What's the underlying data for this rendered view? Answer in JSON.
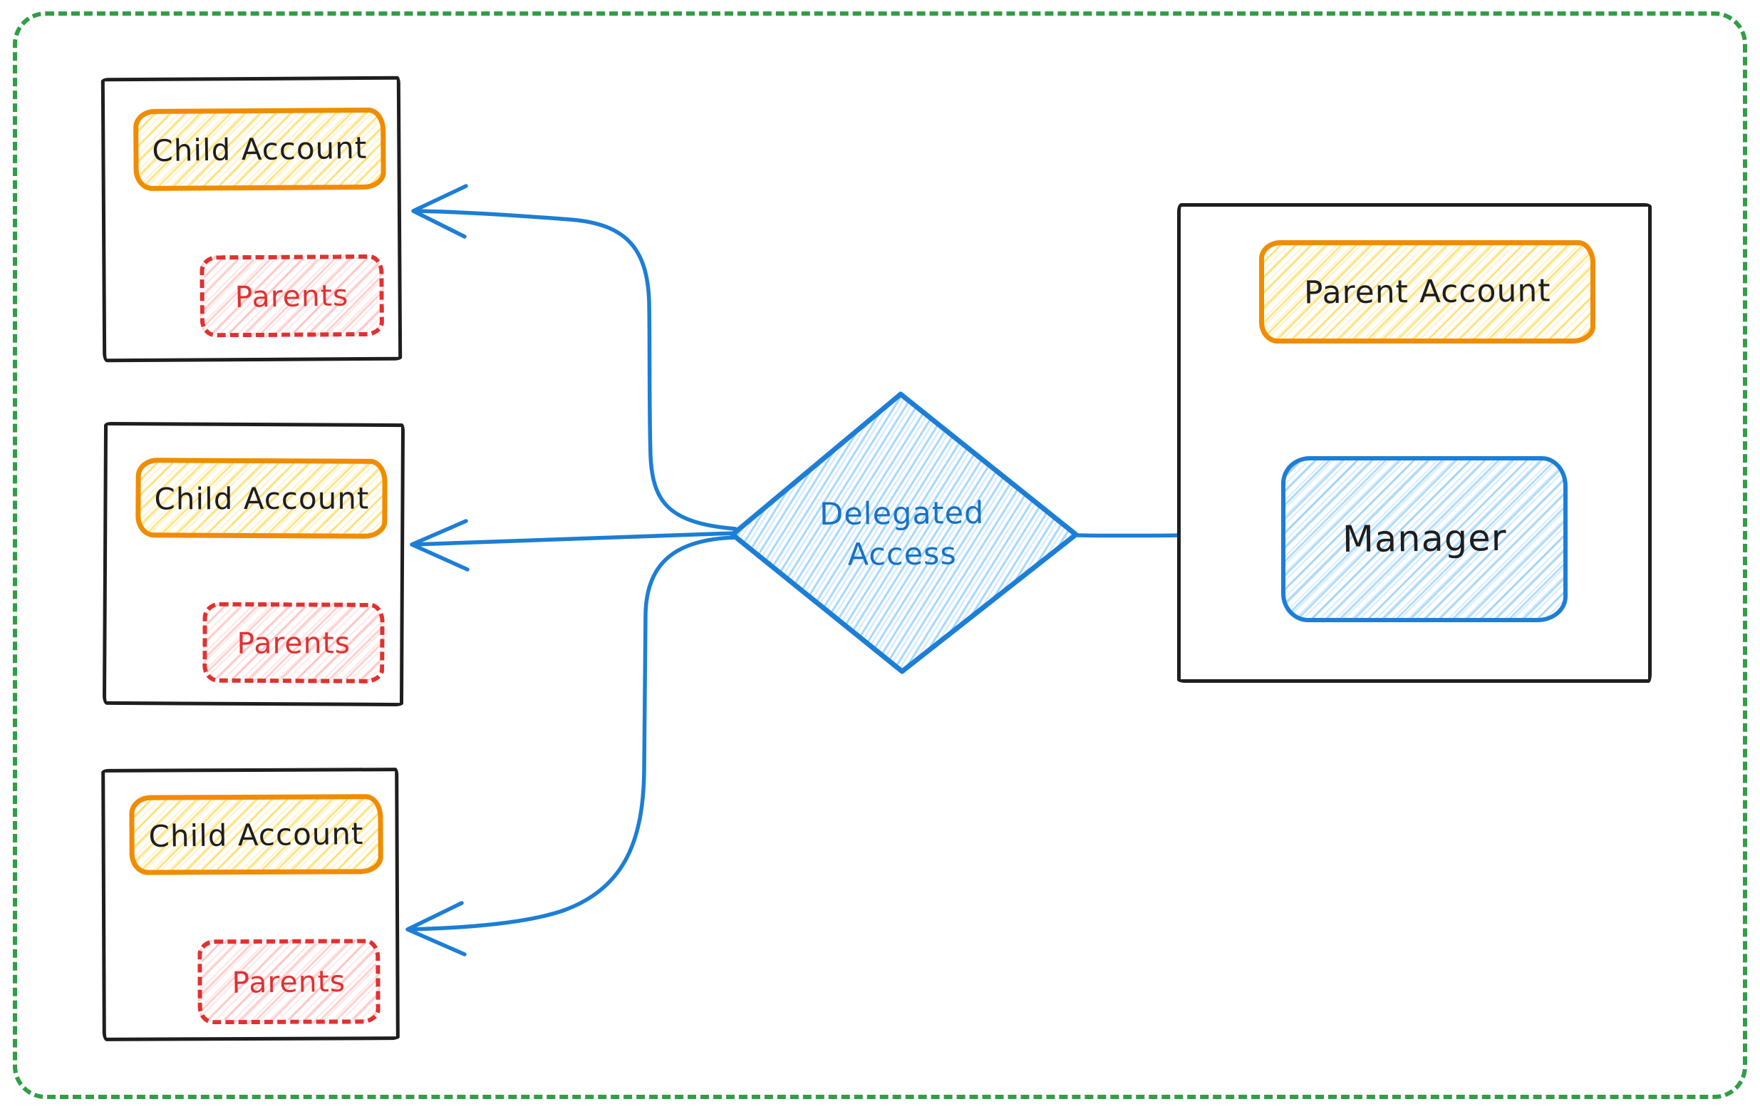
{
  "diagram": {
    "kind": "hand-drawn account hierarchy diagram",
    "children": [
      {
        "title": "Child Account",
        "member": "Parents"
      },
      {
        "title": "Child Account",
        "member": "Parents"
      },
      {
        "title": "Child Account",
        "member": "Parents"
      }
    ],
    "decision": {
      "line1": "Delegated",
      "line2": "Access"
    },
    "parent": {
      "title": "Parent Account",
      "manager": "Manager"
    },
    "edges": [
      {
        "from": "Manager",
        "to": "Delegated Access",
        "arrowhead": "none"
      },
      {
        "from": "Delegated Access",
        "to": "Child Account (top)",
        "arrowhead": "left"
      },
      {
        "from": "Delegated Access",
        "to": "Child Account (middle)",
        "arrowhead": "left"
      },
      {
        "from": "Delegated Access",
        "to": "Child Account (bottom)",
        "arrowhead": "left"
      }
    ]
  },
  "colors": {
    "frame_green": "#2f9e44",
    "box_stroke_black": "#1e1e1e",
    "account_pill_orange": "#f08c00",
    "account_fill_yellow": "#ffe066",
    "parents_red": "#e03131",
    "parents_fill_pink": "#ffc9c9",
    "arrow_blue": "#1c7ed6",
    "diamond_text_blue": "#1971c2",
    "diamond_fill_light_blue": "#a5d8ff",
    "background": "#ffffff"
  }
}
